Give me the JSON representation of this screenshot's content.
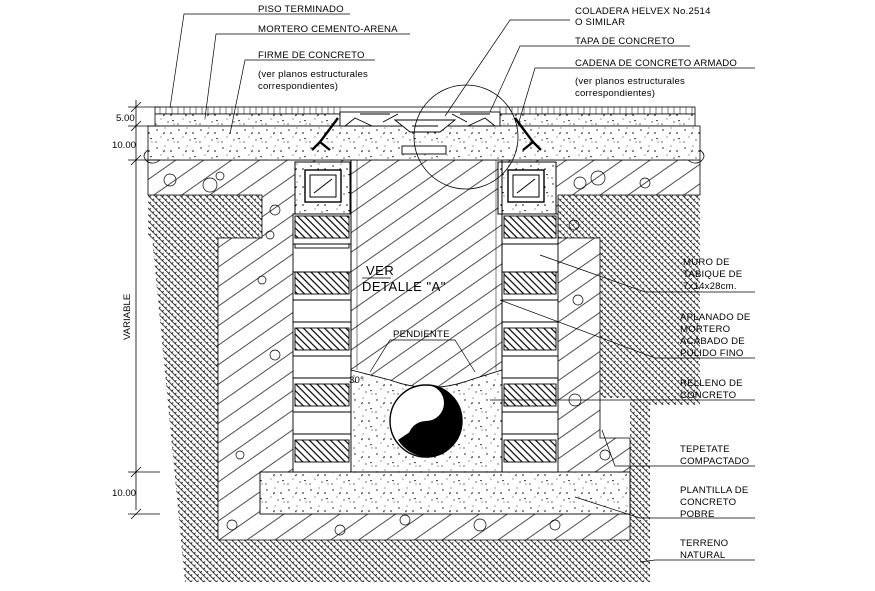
{
  "labels": {
    "piso_terminado": "PISO TERMINADO",
    "mortero": "MORTERO CEMENTO-ARENA",
    "firme": "FIRME DE CONCRETO",
    "firme_note_1": "(ver planos estructurales",
    "firme_note_2": "correspondientes)",
    "coladera_1": "COLADERA HELVEX No.2514",
    "coladera_2": "O SIMILAR",
    "tapa": "TAPA DE CONCRETO",
    "cadena": "CADENA DE CONCRETO ARMADO",
    "cadena_note_1": "(ver planos estructurales",
    "cadena_note_2": "correspondientes)",
    "muro_1": "MURO DE",
    "muro_2": "TABIQUE DE",
    "muro_3": "7x14x28cm.",
    "aplanado_1": "APLANADO DE",
    "aplanado_2": "MORTERO",
    "aplanado_3": "ACABADO DE",
    "aplanado_4": "PULIDO FINO",
    "relleno_1": "RELLENO DE",
    "relleno_2": "CONCRETO",
    "tepetate_1": "TEPETATE",
    "tepetate_2": "COMPACTADO",
    "plantilla_1": "PLANTILLA DE",
    "plantilla_2": "CONCRETO",
    "plantilla_3": "POBRE",
    "terreno_1": "TERRENO",
    "terreno_2": "NATURAL",
    "ver_1": "VER",
    "ver_2": "DETALLE \"A\"",
    "pendiente": "PENDIENTE",
    "angle": "30°"
  },
  "dimensions": {
    "d1": "5.00",
    "d2": "10.00",
    "d3": "VARIABLE",
    "d4": "10.00"
  }
}
